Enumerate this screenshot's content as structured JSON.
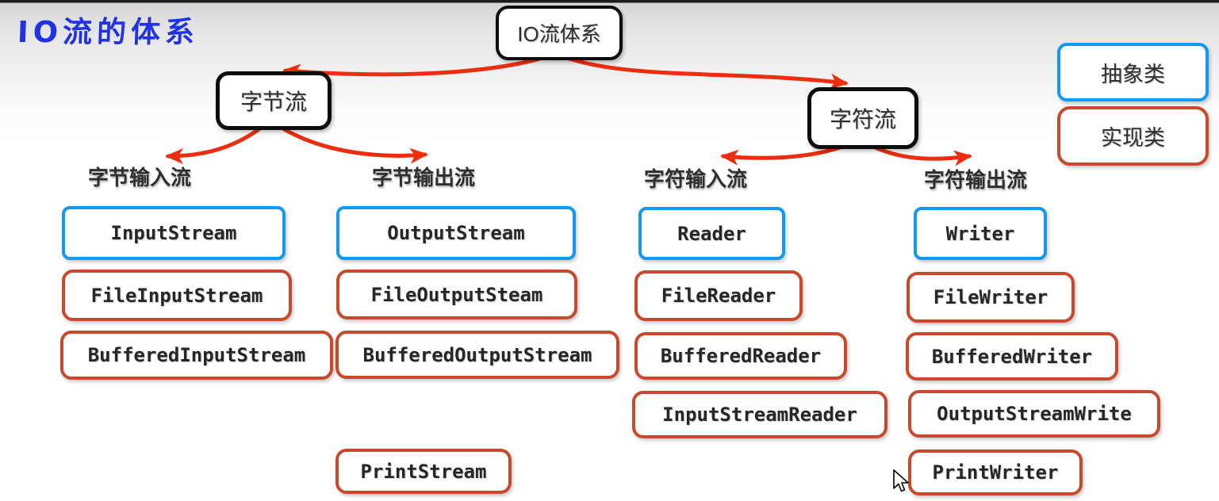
{
  "title": "IO流的体系",
  "root": {
    "label": "IO流体系"
  },
  "branches": [
    {
      "label": "字节流"
    },
    {
      "label": "字符流"
    }
  ],
  "legend": [
    {
      "label": "抽象类",
      "type": "abstract"
    },
    {
      "label": "实现类",
      "type": "implementation"
    }
  ],
  "columns": [
    {
      "header": "字节输入流",
      "items": [
        {
          "label": "InputStream",
          "type": "abstract"
        },
        {
          "label": "FileInputStream",
          "type": "implementation"
        },
        {
          "label": "BufferedInputStream",
          "type": "implementation"
        }
      ]
    },
    {
      "header": "字节输出流",
      "items": [
        {
          "label": "OutputStream",
          "type": "abstract"
        },
        {
          "label": "FileOutputSteam",
          "type": "implementation"
        },
        {
          "label": "BufferedOutputStream",
          "type": "implementation"
        },
        {
          "label": "PrintStream",
          "type": "implementation"
        }
      ]
    },
    {
      "header": "字符输入流",
      "items": [
        {
          "label": "Reader",
          "type": "abstract"
        },
        {
          "label": "FileReader",
          "type": "implementation"
        },
        {
          "label": "BufferedReader",
          "type": "implementation"
        },
        {
          "label": "InputStreamReader",
          "type": "implementation"
        }
      ]
    },
    {
      "header": "字符输出流",
      "items": [
        {
          "label": "Writer",
          "type": "abstract"
        },
        {
          "label": "FileWriter",
          "type": "implementation"
        },
        {
          "label": "BufferedWriter",
          "type": "implementation"
        },
        {
          "label": "OutputStreamWrite",
          "type": "implementation"
        },
        {
          "label": "PrintWriter",
          "type": "implementation"
        }
      ]
    }
  ],
  "colors": {
    "abstract-border": "#1498f0",
    "impl-border": "#c8492b",
    "arrow": "#ed2d0e",
    "node-border": "#0d0d0d",
    "title-blue": "#2131e8"
  }
}
